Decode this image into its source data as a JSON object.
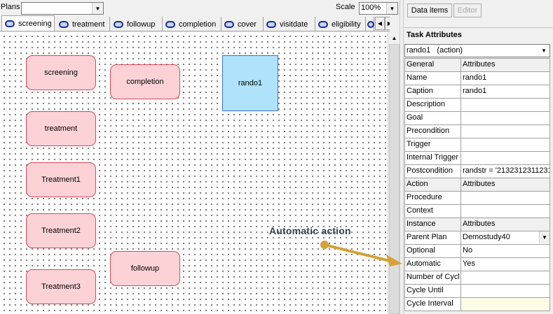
{
  "toolbar": {
    "plans_label": "Plans",
    "plans_value": "",
    "scale_label": "Scale",
    "scale_value": "100%"
  },
  "tabs": [
    "screening",
    "treatment",
    "followup",
    "completion",
    "cover",
    "visitdate",
    "eligibility"
  ],
  "active_tab": "screening",
  "canvas": {
    "nodes": [
      "screening",
      "treatment",
      "Treatment1",
      "Treatment2",
      "Treatment3",
      "completion",
      "followup"
    ],
    "action_node": "rando1"
  },
  "right_panel": {
    "data_items_button": "Data items",
    "editor_button": "Editor",
    "title": "Task Attributes",
    "task_select": "rando1   (action)",
    "rows": [
      {
        "name": "General",
        "value": "Attributes",
        "group": true
      },
      {
        "name": "Name",
        "value": "rando1"
      },
      {
        "name": "Caption",
        "value": "rando1"
      },
      {
        "name": "Description",
        "value": ""
      },
      {
        "name": "Goal",
        "value": ""
      },
      {
        "name": "Precondition",
        "value": ""
      },
      {
        "name": "Trigger",
        "value": ""
      },
      {
        "name": "Internal Trigger",
        "value": ""
      },
      {
        "name": "Postcondition",
        "value": "randstr = '2132312311231"
      },
      {
        "name": "Action",
        "value": "Attributes",
        "group": true
      },
      {
        "name": "Procedure",
        "value": ""
      },
      {
        "name": "Context",
        "value": ""
      },
      {
        "name": "Instance",
        "value": "Attributes",
        "group": true
      },
      {
        "name": "Parent Plan",
        "value": "Demostudy40",
        "combo": true
      },
      {
        "name": "Optional",
        "value": "No"
      },
      {
        "name": "Automatic",
        "value": "Yes"
      },
      {
        "name": "Number of Cycl",
        "value": ""
      },
      {
        "name": "Cycle Until",
        "value": ""
      },
      {
        "name": "Cycle Interval",
        "value": "",
        "edit": true
      }
    ]
  },
  "annotation": {
    "text": "Automatic action",
    "color": "#d4a23a"
  }
}
